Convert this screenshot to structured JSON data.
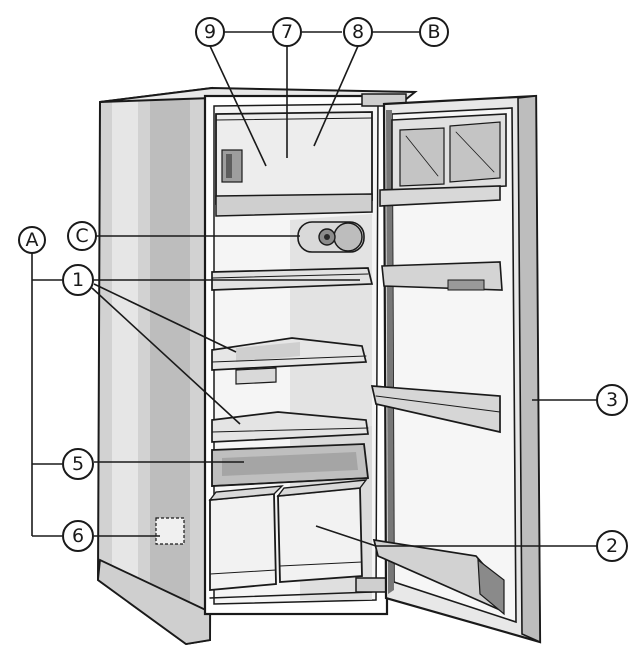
{
  "callouts": {
    "c9": "9",
    "c7": "7",
    "c8": "8",
    "cB": "B",
    "cC": "C",
    "cA": "A",
    "c1": "1",
    "c5": "5",
    "c6": "6",
    "c3": "3",
    "c2": "2"
  },
  "colors": {
    "ink": "#1a1a1a",
    "cabinet_shade": "#c9c9c9",
    "interior": "#f4f4f4",
    "paper": "#ffffff"
  }
}
